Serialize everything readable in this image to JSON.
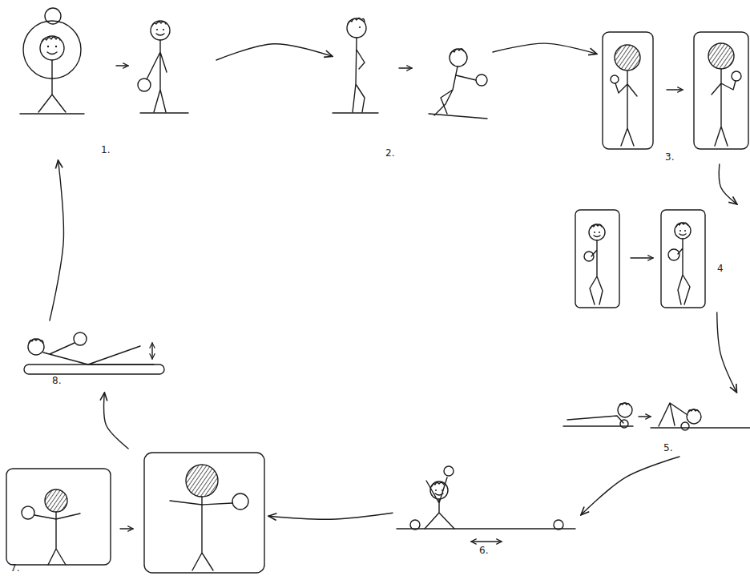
{
  "diagram": {
    "nodes": [
      {
        "text": [
          "1."
        ]
      },
      {
        "text": [
          "2."
        ]
      },
      {
        "text": [
          "3."
        ]
      },
      {
        "text": [
          "4"
        ]
      },
      {
        "text": [
          "5."
        ]
      },
      {
        "text": [
          "6."
        ]
      },
      {
        "text": [
          "7."
        ]
      },
      {
        "text": [
          "8."
        ]
      }
    ],
    "edges": [
      {
        "from": 0,
        "to": 1,
        "arrow": "to"
      },
      {
        "from": 1,
        "to": 2,
        "arrow": "to"
      },
      {
        "from": 2,
        "to": 3,
        "arrow": "to"
      },
      {
        "from": 3,
        "to": 4,
        "arrow": "to"
      },
      {
        "from": 4,
        "to": 5,
        "arrow": "to"
      },
      {
        "from": 5,
        "to": 6,
        "arrow": "to"
      },
      {
        "from": 6,
        "to": 7,
        "arrow": "to"
      },
      {
        "from": 7,
        "to": 0,
        "arrow": "to"
      }
    ]
  }
}
